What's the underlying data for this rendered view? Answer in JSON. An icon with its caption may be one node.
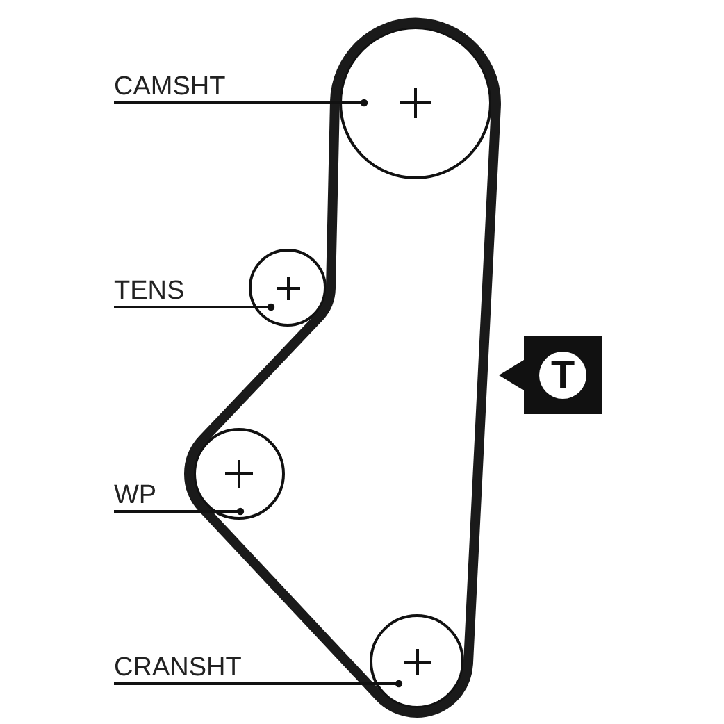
{
  "diagram": {
    "nodes": [
      {
        "text": [
          "CAMSHT"
        ]
      },
      {
        "text": [],
        "shape": "circle"
      },
      {
        "text": [
          "TENS"
        ]
      },
      {
        "text": [],
        "shape": "circle"
      },
      {
        "text": [
          "T"
        ]
      },
      {
        "text": [
          "WP"
        ]
      },
      {
        "text": [],
        "shape": "circle"
      },
      {
        "text": [
          "CRANSHT"
        ]
      },
      {
        "text": [],
        "shape": "circle"
      }
    ],
    "edges": [
      {
        "from": 0,
        "to": 1,
        "arrow": "other"
      },
      {
        "from": 2,
        "to": 3,
        "arrow": "other"
      },
      {
        "from": 5,
        "to": 6,
        "arrow": "other"
      },
      {
        "from": 7,
        "to": 8,
        "arrow": "other"
      }
    ]
  }
}
